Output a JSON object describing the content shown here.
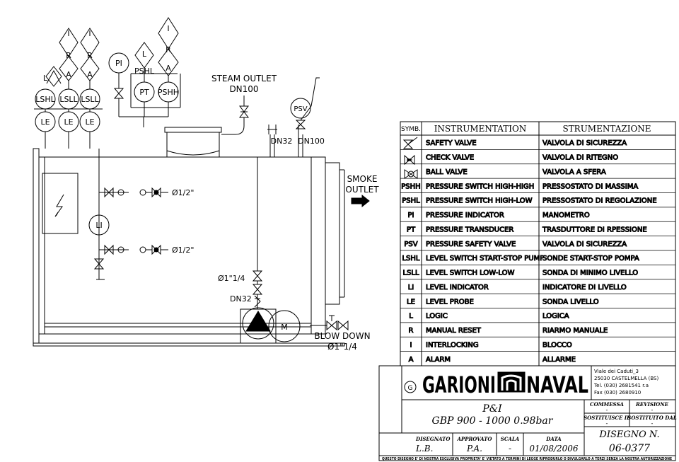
{
  "instruments_top": [
    {
      "tag": "LSHL",
      "letters": [
        "L"
      ],
      "bottom": "LE"
    },
    {
      "tag": "LSLL",
      "letters": [
        "A",
        "R",
        "I"
      ],
      "bottom": "LE"
    },
    {
      "tag": "LSLL",
      "letters": [
        "A",
        "R",
        "I"
      ],
      "bottom": "LE"
    },
    {
      "tag": "PI",
      "letters": [],
      "bottom": ""
    },
    {
      "tag": "PSHL",
      "letters": [
        "L"
      ],
      "bottom": ""
    },
    {
      "tag": "PT",
      "letters": [],
      "bottom": ""
    },
    {
      "tag": "PSHH",
      "letters": [
        "A",
        "R",
        "I"
      ],
      "bottom": ""
    }
  ],
  "labels": {
    "steam_outlet_1": "STEAM OUTLET",
    "steam_outlet_2": "DN100",
    "psv": "PSV",
    "dn32_top": "DN32",
    "dn100_top": "DN100",
    "smoke_1": "SMOKE",
    "smoke_2": "OUTLET",
    "phi_half_1": "Ø1/2\"",
    "phi_half_2": "Ø1/2\"",
    "li": "LI",
    "phi_114": "Ø1\"1/4",
    "dn32": "DN32",
    "motor": "M",
    "blow_1": "BLOW DOWN",
    "blow_2": "Ø1\"1/4"
  },
  "legend": {
    "header_symb": "SYMB.",
    "header_en": "INSTRUMENTATION",
    "header_it": "STRUMENTAZIONE",
    "rows": [
      {
        "symb": "",
        "en": "SAFETY VALVE",
        "it": "VALVOLA DI SICUREZZA"
      },
      {
        "symb": "",
        "en": "CHECK VALVE",
        "it": "VALVOLA DI RITEGNO"
      },
      {
        "symb": "",
        "en": "BALL VALVE",
        "it": "VALVOLA A SFERA"
      },
      {
        "symb": "PSHH",
        "en": "PRESSURE SWITCH HIGH-HIGH",
        "it": "PRESSOSTATO DI MASSIMA"
      },
      {
        "symb": "PSHL",
        "en": "PRESSURE SWITCH HIGH-LOW",
        "it": "PRESSOSTATO DI REGOLAZIONE"
      },
      {
        "symb": "PI",
        "en": "PRESSURE INDICATOR",
        "it": "MANOMETRO"
      },
      {
        "symb": "PT",
        "en": "PRESSURE TRANSDUCER",
        "it": "TRASDUTTORE DI RPESSIONE"
      },
      {
        "symb": "PSV",
        "en": "PRESSURE SAFETY VALVE",
        "it": "VALVOLA DI SICUREZZA"
      },
      {
        "symb": "LSHL",
        "en": "LEVEL SWITCH START-STOP PUMP",
        "it": "SONDE START-STOP POMPA"
      },
      {
        "symb": "LSLL",
        "en": "LEVEL SWITCH LOW-LOW",
        "it": "SONDA DI MINIMO LIVELLO"
      },
      {
        "symb": "LI",
        "en": "LEVEL INDICATOR",
        "it": "INDICATORE DI LIVELLO"
      },
      {
        "symb": "LE",
        "en": "LEVEL PROBE",
        "it": "SONDA LIVELLO"
      },
      {
        "symb": "L",
        "en": "LOGIC",
        "it": "LOGICA"
      },
      {
        "symb": "R",
        "en": "MANUAL RESET",
        "it": "RIARMO MANUALE"
      },
      {
        "symb": "I",
        "en": "INTERLOCKING",
        "it": "BLOCCO"
      },
      {
        "symb": "A",
        "en": "ALARM",
        "it": "ALLARME"
      }
    ]
  },
  "titleblock": {
    "logo_g": "G",
    "logo_1": "GARIONI",
    "logo_2": "NAVAL",
    "addr_1": "Viale dei Caduti_3",
    "addr_2": "25030 CASTELMELLA (BS)",
    "addr_3": "Tel. (030) 2681541 r.a",
    "addr_4": "Fax (030) 2680910",
    "title_1": "P&I",
    "title_2": "GBP 900 - 1000   0.98bar",
    "commessa_label": "COMMESSA",
    "commessa_val": "-",
    "revisione_label": "REVISIONE",
    "revisione_val": "-",
    "sostituisce_label": "SOSTITUISCE IL",
    "sostituisce_val": "-",
    "sostituito_label": "SOSTITUITO DAL",
    "sostituito_val": "-",
    "disegnato_label": "DISEGNATO",
    "disegnato_val": "L.B.",
    "approvato_label": "APPROVATO",
    "approvato_val": "P.A.",
    "scala_label": "SCALA",
    "scala_val": "-",
    "data_label": "DATA",
    "data_val": "01/08/2006",
    "disegno_label": "DISEGNO N.",
    "disegno_val": "06-0377",
    "footer": "QUESTO DISEGNO E' DI NOSTRA ESCLUSIVA PROPRIETA' E' VIETATO A TERMINI DI LEGGE RIPRODURLO O DIVULGARLO A TERZI SENZA LA NOSTRA AUTORIZZAZIONE"
  }
}
